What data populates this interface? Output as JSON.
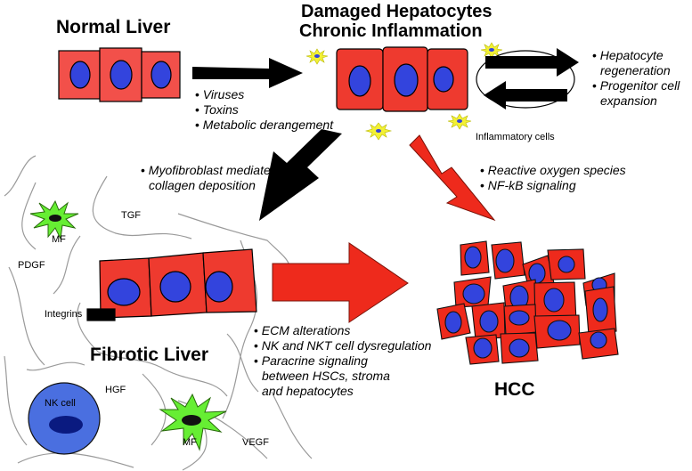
{
  "titles": {
    "normal_liver": "Normal Liver",
    "damaged_line1": "Damaged Hepatocytes",
    "damaged_line2": "Chronic Inflammation",
    "fibrotic_liver": "Fibrotic Liver",
    "hcc": "HCC"
  },
  "causes": [
    "Viruses",
    "Toxins",
    "Metabolic derangement"
  ],
  "regeneration": [
    "Hepatocyte",
    "regeneration",
    "Progenitor cell",
    "expansion"
  ],
  "inflammatory_cells": "Inflammatory cells",
  "myofibroblast": [
    "Myofibroblast mediated",
    "collagen deposition"
  ],
  "ros": [
    "Reactive oxygen species",
    "NF-kB signaling"
  ],
  "fibrosis_mechanisms": [
    "ECM alterations",
    "NK and NKT cell dysregulation",
    "Paracrine signaling",
    "between HSCs, stroma",
    "and hepatocytes"
  ],
  "labels": {
    "tgf": "TGF",
    "pdgf": "PDGF",
    "mf_top": "MF",
    "integrins": "Integrins",
    "hgf": "HGF",
    "nk_cell": "NK cell",
    "mf_bottom": "MF",
    "vegf": "VEGF"
  },
  "colors": {
    "cell_fill": "#f2504a",
    "nucleus": "#3344dd",
    "hcc_cell": "#ee2a1c",
    "red_arrow": "#ee2a1c",
    "black_arrow": "#000000",
    "mf_green": "#66ee33",
    "inflammatory_yellow": "#f2f035",
    "nk_blue": "#4a6fe0",
    "fiber": "#999999"
  }
}
